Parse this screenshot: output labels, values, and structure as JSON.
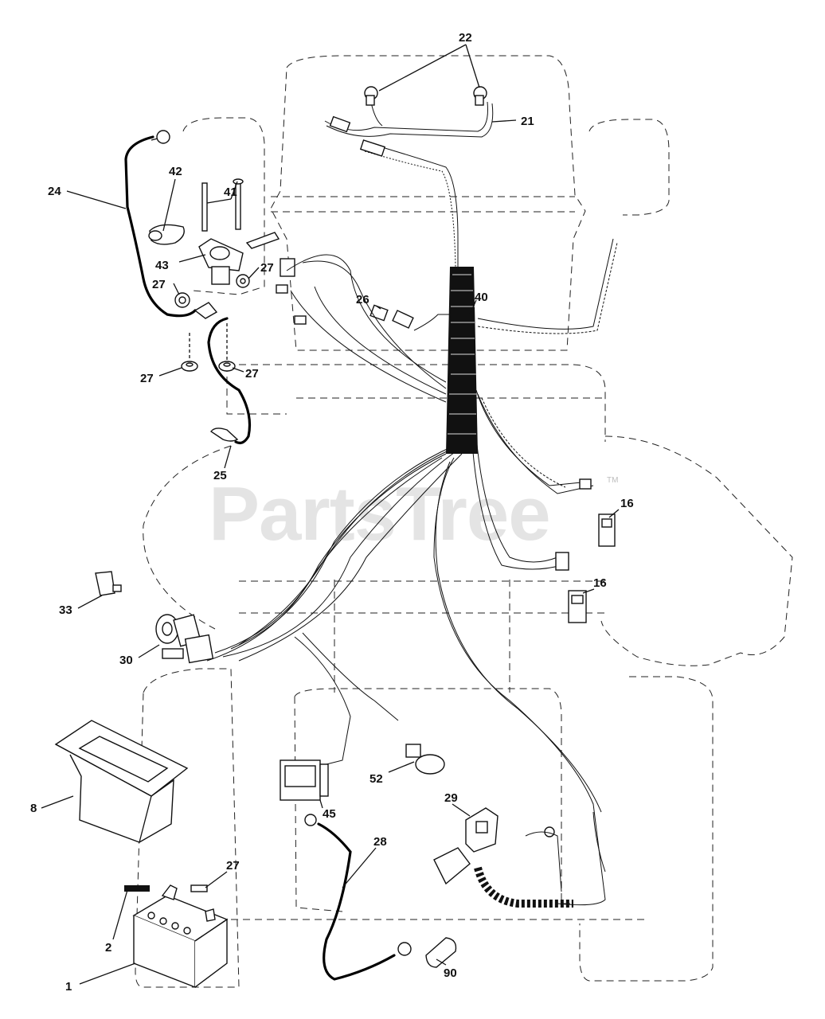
{
  "watermark": {
    "text": "PartsTree",
    "trademark": "TM"
  },
  "callouts": {
    "c22": "22",
    "c21": "21",
    "c24": "24",
    "c42": "42",
    "c41": "41",
    "c43": "43",
    "c27a": "27",
    "c27b": "27",
    "c27c": "27",
    "c27d": "27",
    "c27e": "27",
    "c26": "26",
    "c40": "40",
    "c25": "25",
    "c16a": "16",
    "c16b": "16",
    "c33": "33",
    "c30": "30",
    "c8": "8",
    "c52": "52",
    "c45": "45",
    "c29": "29",
    "c28": "28",
    "c2": "2",
    "c1": "1",
    "c90": "90"
  },
  "parts": {
    "headlights": "headlight-bulb-icon",
    "harness_conduit": "wire-harness-conduit-icon",
    "battery": "battery-icon",
    "battery_box": "battery-box-icon",
    "solenoid": "starter-solenoid-icon",
    "ignition_switch": "ignition-switch-icon",
    "hour_meter": "hour-meter-icon",
    "fuse": "fuse-icon"
  }
}
